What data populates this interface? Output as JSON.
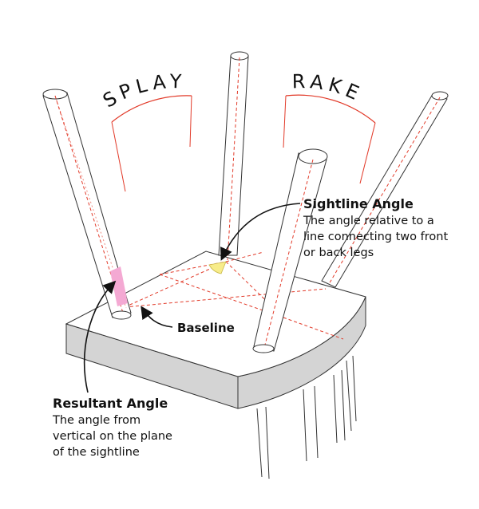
{
  "labels": {
    "splay": "SPLAY",
    "rake": "RAKE",
    "baseline": "Baseline",
    "sightline_title": "Sightline Angle",
    "sightline_desc": [
      "The angle relative to a",
      "line connecting two front",
      "or back legs"
    ],
    "resultant_title": "Resultant Angle",
    "resultant_desc": [
      "The angle from",
      "vertical on the plane",
      "of the sightline"
    ]
  },
  "colors": {
    "leg_outline": "#333333",
    "seat_top": "#ffffff",
    "seat_edge": "#d4d4d4",
    "guide_red": "#e23b2a",
    "resultant_highlight": "#f4a9d3",
    "sightline_highlight": "#f7ec8a",
    "arrow": "#111111"
  }
}
